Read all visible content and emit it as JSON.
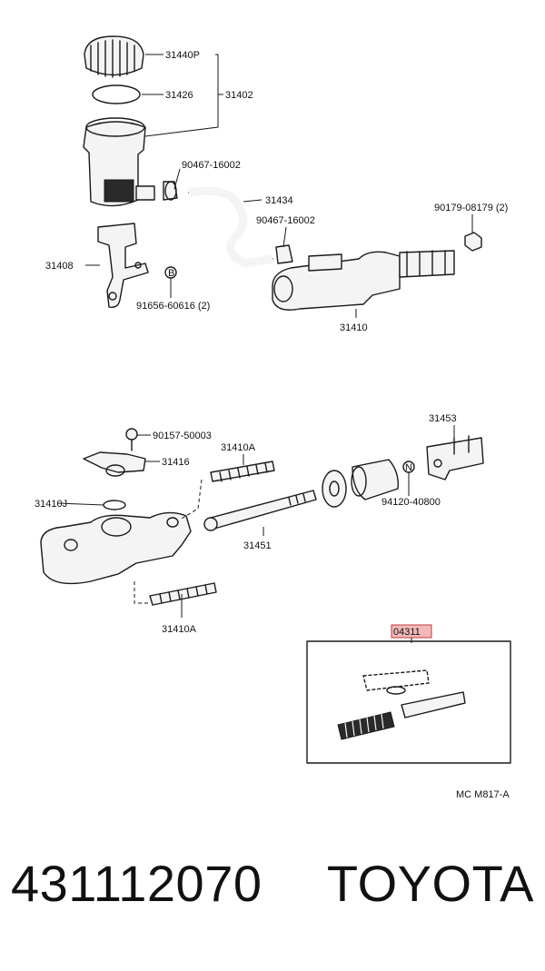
{
  "diagram": {
    "labels": {
      "cap": "31440P",
      "gasket": "31426",
      "reservoir_set": "31402",
      "clip_upper": "90467-16002",
      "hose": "31434",
      "clip_lower": "90467-16002",
      "nut": "90179-08179 (2)",
      "bracket": "31408",
      "bolt_b": "91656-60616 (2)",
      "master_cyl": "31410",
      "screw": "90157-50003",
      "union": "31416",
      "oring": "31410J",
      "stud_top": "31410A",
      "rod": "31451",
      "stud_bottom": "31410A",
      "boot": "31453",
      "nut_n": "94120-40800",
      "kit": "04311",
      "code": "MC M817-A",
      "marker_b": "B",
      "marker_n": "N"
    }
  },
  "footer": {
    "part_number": "431112070",
    "brand": "TOYOTA"
  },
  "colors": {
    "line": "#1a1a1a",
    "highlight": "#f3b9b9"
  }
}
